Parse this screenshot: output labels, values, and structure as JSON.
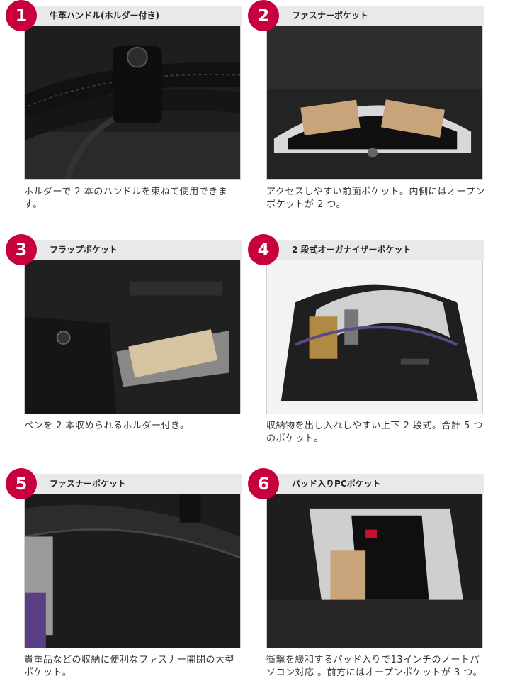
{
  "features": [
    {
      "number": "1",
      "title": "牛革ハンドル(ホルダー付き)",
      "caption": "ホルダーで 2 本のハンドルを束ねて使用できます。"
    },
    {
      "number": "2",
      "title": "ファスナーポケット",
      "caption": "アクセスしやすい前面ポケット。内側にはオープンポケットが 2 つ。"
    },
    {
      "number": "3",
      "title": "フラップポケット",
      "caption": "ペンを 2 本収められるホルダー付き。"
    },
    {
      "number": "4",
      "title": "2 段式オーガナイザーポケット",
      "caption": "収納物を出し入れしやすい上下 2 段式。合計 5 つのポケット。"
    },
    {
      "number": "5",
      "title": "ファスナーポケット",
      "caption": "貴重品などの収納に便利なファスナー開閉の大型ポケット。"
    },
    {
      "number": "6",
      "title": "パッド入りPCポケット",
      "caption": "衝撃を緩和するパッド入りで13インチのノートパソコン対応 。前方にはオープンポケットが 3 つ。"
    }
  ],
  "colors": {
    "badge": "#c8003c",
    "header": "#e9e9e9",
    "bag": "#1b1b1b"
  }
}
